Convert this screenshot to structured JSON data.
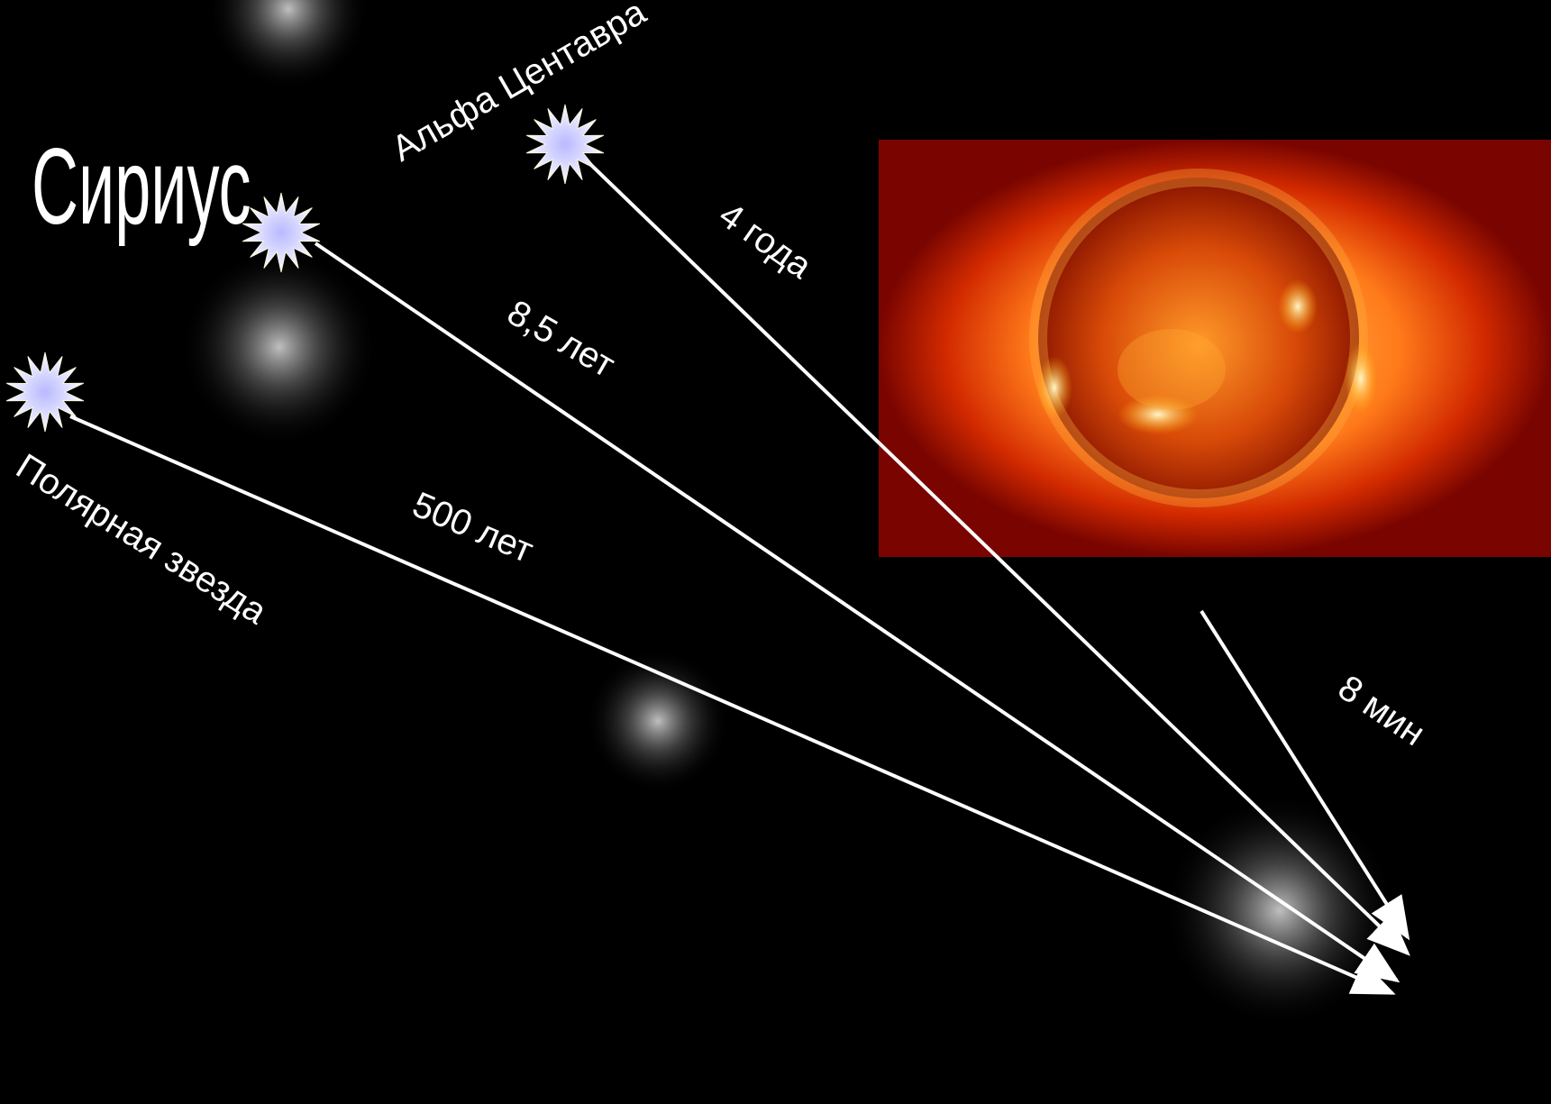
{
  "stars": {
    "sirius": "Сириус",
    "alpha_centauri": "Альфа Центавра",
    "polaris": "Полярная звезда"
  },
  "distances": {
    "alpha_centauri": "4 года",
    "sirius": "8,5 лет",
    "polaris": "500 лет",
    "sun": "8 мин"
  },
  "colors": {
    "background": "#000000",
    "line": "#ffffff",
    "star_fill": "#c8c8f0",
    "sun_core": "#ffd24a",
    "sun_edge": "#8a0000"
  }
}
